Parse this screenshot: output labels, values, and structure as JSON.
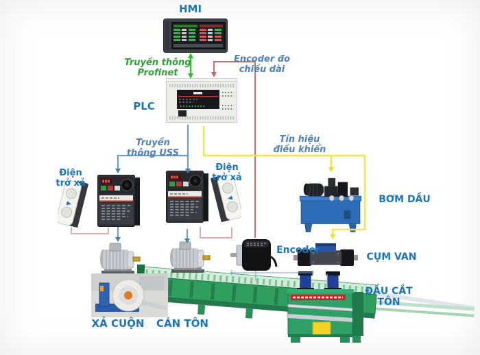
{
  "labels": {
    "hmi": "HMI",
    "plc": "PLC",
    "profinet": "Truyền thông\nProfinet",
    "encoder_length": "Encoder đo\nchiều dài",
    "uss": "Truyền\nthông USS",
    "control_signal": "Tín hiệu\nđiều khiển",
    "resistor1": "Điện\ntrở xả",
    "resistor2": "Điện\ntrở xả",
    "pump": "BƠM DẦU",
    "encoder": "Encoder",
    "valve": "CỤM VAN",
    "uncoiler": "XẢ CUỘN",
    "roll_former": "CÁN TÔN",
    "cutter": "ĐẦU CẮT\nTÔN"
  },
  "colors": {
    "device_label_blue": "#1b75bb",
    "comm_label_blue": "#4f81b8",
    "profinet_green": "#2ea035",
    "uss_line_blue": "#6f9cc9",
    "control_line_yellow": "#f3e63e",
    "encoder_line_red": "#c47272",
    "resistor_link_pink": "#dca0a0"
  }
}
